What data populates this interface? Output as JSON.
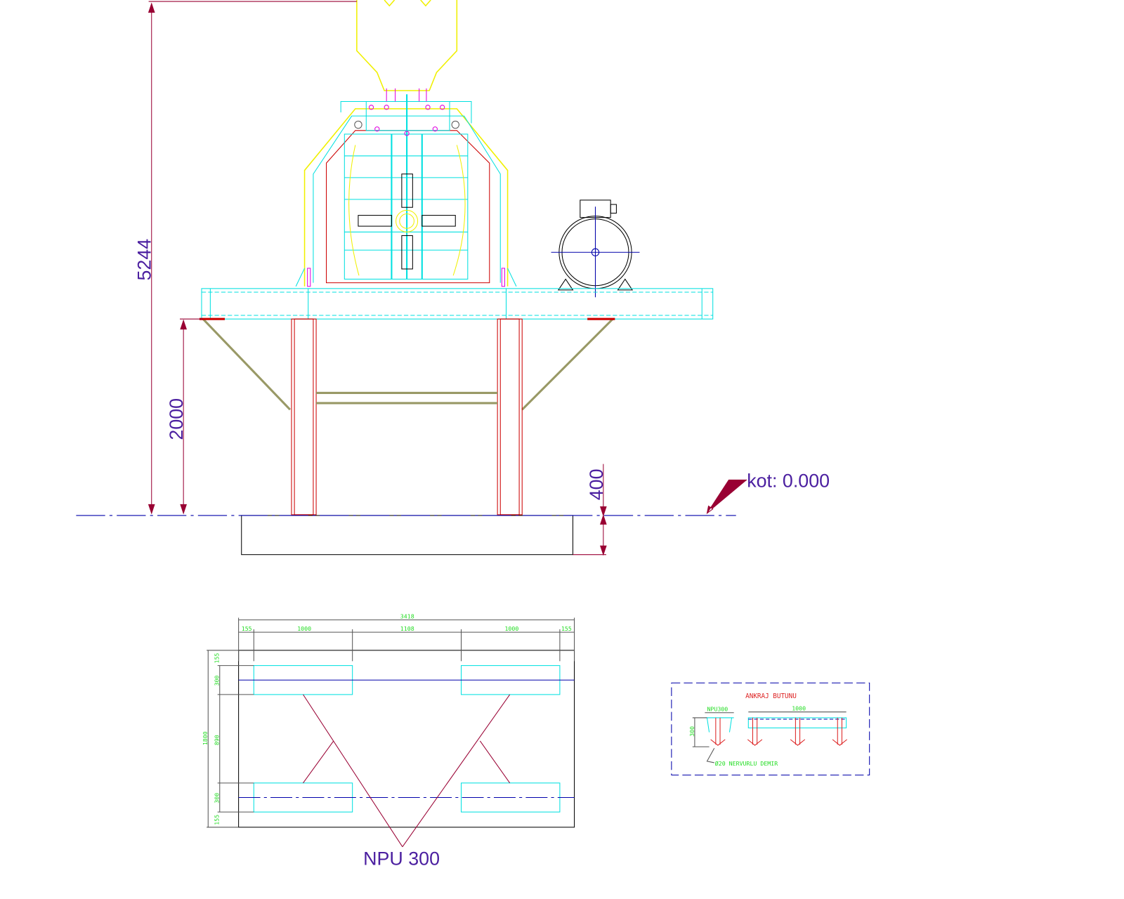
{
  "elevation": {
    "total_height": "5244",
    "platform_height": "2000",
    "foundation_depth": "400",
    "level_label": "kot: 0.000"
  },
  "plan": {
    "overall_width": "3418",
    "width_segments": [
      "155",
      "1000",
      "1108",
      "1000",
      "155"
    ],
    "overall_depth": "1800",
    "depth_segments": [
      "155",
      "300",
      "890",
      "300",
      "155"
    ],
    "beam_label": "NPU 300"
  },
  "detail": {
    "title": "ANKRAJ BUTUNU",
    "section_label": "NPU300",
    "length": "1000",
    "height": "300",
    "rebar_label": "Ø20 NERVURLU DEMIR"
  },
  "colors": {
    "dim": "#4b1fa0",
    "cyan": "#00e0e0",
    "yellow": "#f0f000",
    "red": "#cc0000",
    "blue": "#0000aa",
    "green": "#22dd22"
  }
}
